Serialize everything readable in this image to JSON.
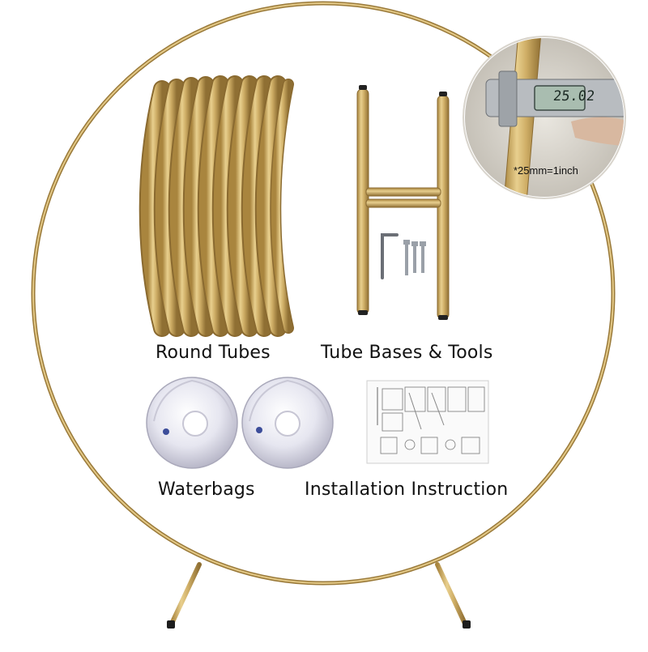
{
  "labels": {
    "round_tubes": "Round Tubes",
    "tube_bases_tools": "Tube Bases &  Tools",
    "waterbags": "Waterbags",
    "installation_instruction": "Installation Instruction"
  },
  "caliper": {
    "reading": "25.02",
    "note": "*25mm=1inch"
  },
  "colors": {
    "gold": "#c9a45b",
    "gold_light": "#e6cd8a",
    "gold_dark": "#9a7a3a",
    "waterbag": "#e9e8f2",
    "background": "#ffffff"
  }
}
